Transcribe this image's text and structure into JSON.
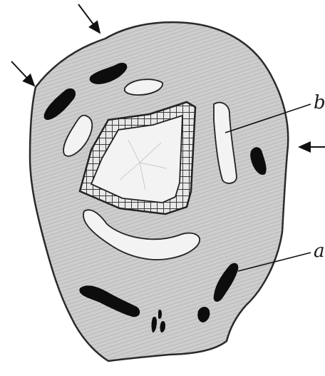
{
  "figure": {
    "labels": {
      "a": "a",
      "b": "b"
    },
    "colors": {
      "background": "#ffffff",
      "tissue_fill": "#c9c9c9",
      "tissue_stroke": "#2a2a2a",
      "dark_spots": "#0d0d0d",
      "cavity": "#f3f3f3",
      "cell_ring": "#e6e6e6"
    },
    "pointer_arrows": [
      "arrow-top",
      "arrow-upper-left",
      "arrow-right"
    ]
  }
}
